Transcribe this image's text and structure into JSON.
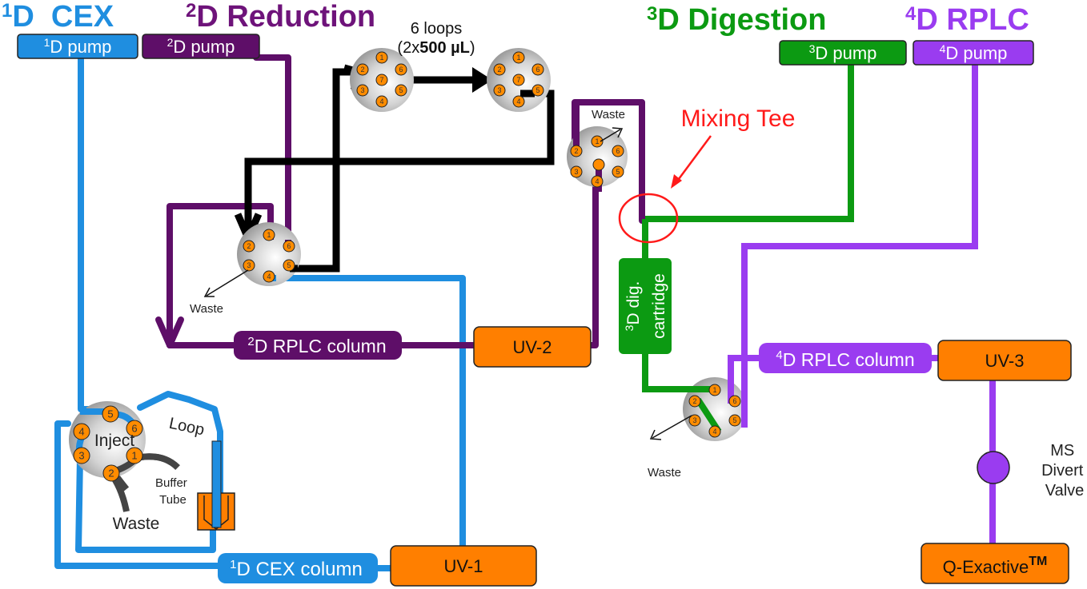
{
  "sections": [
    {
      "sup": "1",
      "label": "D  CEX",
      "color": "#1f8ee0"
    },
    {
      "sup": "2",
      "label": "D Reduction",
      "color": "#6e137a"
    },
    {
      "sup": "3",
      "label": "D Digestion",
      "color": "#0c9a12"
    },
    {
      "sup": "4",
      "label": "D RPLC",
      "color": "#9a3cf0"
    }
  ],
  "pumps": [
    {
      "sup": "1",
      "label": "D pump",
      "color": "#1f8ee0"
    },
    {
      "sup": "2",
      "label": "D pump",
      "color": "#5e0e68"
    },
    {
      "sup": "3",
      "label": "D pump",
      "color": "#0c9a12"
    },
    {
      "sup": "4",
      "label": "D pump",
      "color": "#9a3cf0"
    }
  ],
  "columns": [
    {
      "sup": "1",
      "label": "D CEX column",
      "color": "#1f8ee0"
    },
    {
      "sup": "2",
      "label": "D RPLC column",
      "color": "#5e0e68"
    },
    {
      "sup": "4",
      "label": "D RPLC column",
      "color": "#9a3cf0"
    }
  ],
  "cartridge": {
    "sup": "3",
    "line1": "D dig.",
    "line2": "cartridge",
    "color": "#0c9a12"
  },
  "detectors": [
    {
      "label": "UV-1"
    },
    {
      "label": "UV-2"
    },
    {
      "label": "UV-3"
    }
  ],
  "ms": {
    "label": "Q-Exactive",
    "tm": "TM"
  },
  "loops": {
    "line1": "6 loops",
    "line2_pre": "(2x",
    "line2_bold": "500 µL",
    "line2_post": ")"
  },
  "annotations": {
    "mixing_tee": "Mixing Tee",
    "inject": "Inject",
    "loop": "Loop",
    "buffer": "Buffer",
    "tube": "Tube",
    "waste": "Waste",
    "ms_divert_1": "MS",
    "ms_divert_2": "Divert",
    "ms_divert_3": "Valve"
  },
  "valve_ports": {
    "six": [
      "1",
      "2",
      "3",
      "4",
      "5",
      "6"
    ],
    "seven": [
      "1",
      "2",
      "3",
      "4",
      "5",
      "6",
      "7"
    ]
  },
  "colors": {
    "cex": "#1f8ee0",
    "reduction": "#5e0e68",
    "digestion": "#0c9a12",
    "rplc": "#9a3cf0",
    "detector": "#ff7f00",
    "port": "#ff8c00",
    "loop_line": "#000000",
    "tee": "#ff1a1a",
    "tubing_gray": "#444444"
  }
}
